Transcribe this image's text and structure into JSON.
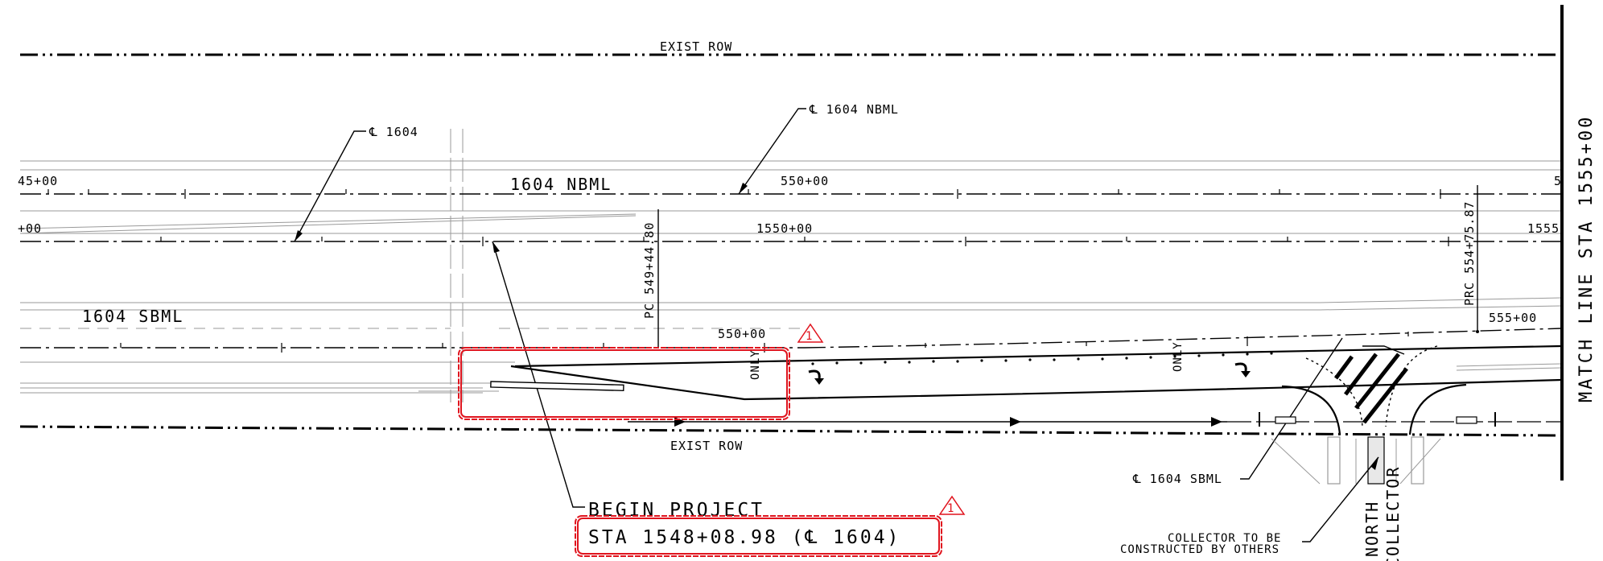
{
  "labels": {
    "exist_row_top": "EXIST ROW",
    "exist_row_bottom": "EXIST ROW",
    "cl_1604_leader": "℄ 1604",
    "cl_1604_nbml_leader": "℄ 1604 NBML",
    "cl_1604_sbml_leader": "℄ 1604 SBML",
    "nbml_road": "1604 NBML",
    "sbml_road": "1604 SBML",
    "sta_nbml_left": "45+00",
    "sta_nbml_mid": "550+00",
    "sta_nbml_right": "5",
    "sta_cl_left": "+00",
    "sta_cl_mid": "1550+00",
    "sta_cl_right": "1555",
    "sta_sbml_mid": "550+00",
    "sta_sbml_right": "555+00",
    "pc_station": "PC 549+44.80",
    "prc_station": "PRC 554+75.87",
    "begin_project": "BEGIN PROJECT",
    "begin_project_station": "STA 1548+08.98 (℄ 1604)",
    "revision_mark": "1",
    "match_line": "MATCH LINE STA 1555+00",
    "collector_note_1": "COLLECTOR TO BE",
    "collector_note_2": "CONSTRUCTED BY OTHERS",
    "north_label": "NORTH",
    "collector_label": "COLLECTOR",
    "pavement_mark": "ONLY"
  },
  "colors": {
    "linework": "#000000",
    "background_lines": "#9a9a9a",
    "revision_cloud": "#e0141e"
  }
}
